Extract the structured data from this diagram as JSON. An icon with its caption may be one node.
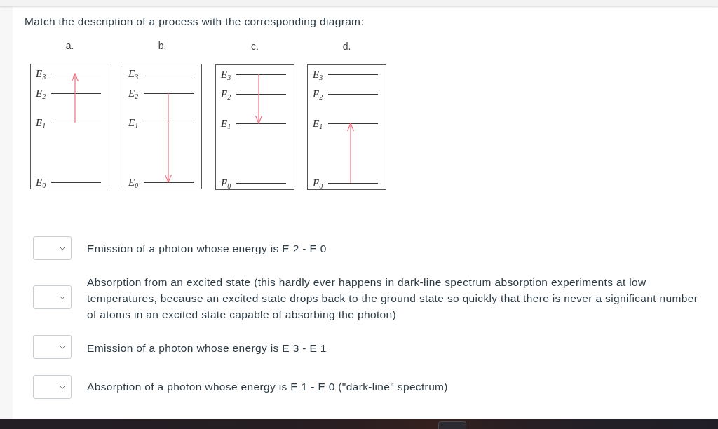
{
  "diagram": {
    "title": "Match the description of a process with the corresponding diagram:",
    "nodes": [
      {
        "text": [
          "a."
        ]
      },
      {
        "text": [
          "E$_{3}$"
        ],
        "in": 0
      },
      {
        "text": [
          "E$_{2}$"
        ],
        "in": 0
      },
      {
        "text": [
          "E$_{1}$"
        ],
        "in": 0
      },
      {
        "text": [
          "E$_{0}$"
        ],
        "in": 0
      },
      {
        "text": [
          "b."
        ]
      },
      {
        "text": [
          "E$_{3}$"
        ],
        "in": 5
      },
      {
        "text": [
          "E$_{2}$"
        ],
        "in": 5
      },
      {
        "text": [
          "E$_{1}$"
        ],
        "in": 5
      },
      {
        "text": [
          "E$_{0}$"
        ],
        "in": 5
      },
      {
        "text": [
          "c."
        ]
      },
      {
        "text": [
          "E$_{3}$"
        ],
        "in": 10
      },
      {
        "text": [
          "E$_{2}$"
        ],
        "in": 10
      },
      {
        "text": [
          "E$_{1}$"
        ],
        "in": 10
      },
      {
        "text": [
          "E$_{0}$"
        ],
        "in": 10
      },
      {
        "text": [
          "d."
        ]
      },
      {
        "text": [
          "E$_{3}$"
        ],
        "in": 15
      },
      {
        "text": [
          "E$_{2}$"
        ],
        "in": 15
      },
      {
        "text": [
          "E$_{1}$"
        ],
        "in": 15
      },
      {
        "text": [
          "E$_{0}$"
        ],
        "in": 15
      }
    ],
    "edges": [
      {
        "from": 3,
        "to": 1,
        "arrow": "to"
      },
      {
        "from": 7,
        "to": 9,
        "arrow": "to"
      },
      {
        "from": 11,
        "to": 13,
        "arrow": "to"
      },
      {
        "from": 19,
        "to": 18,
        "arrow": "to"
      }
    ],
    "labels": [
      "Emission of a photon whose energy is E 2 - E 0",
      "Absorption from an excited state (this hardly ever happens in dark-line spectrum absorption experiments at low temperatures, because an excited state drops back to the ground state so quickly that there is never a significant number of atoms in an excited state capable of absorbing the photon)",
      "Emission of a photon whose energy is E 3 - E 1",
      "Absorption of a photon whose energy is E 1 - E 0 (\"dark-line\" spectrum)"
    ]
  }
}
